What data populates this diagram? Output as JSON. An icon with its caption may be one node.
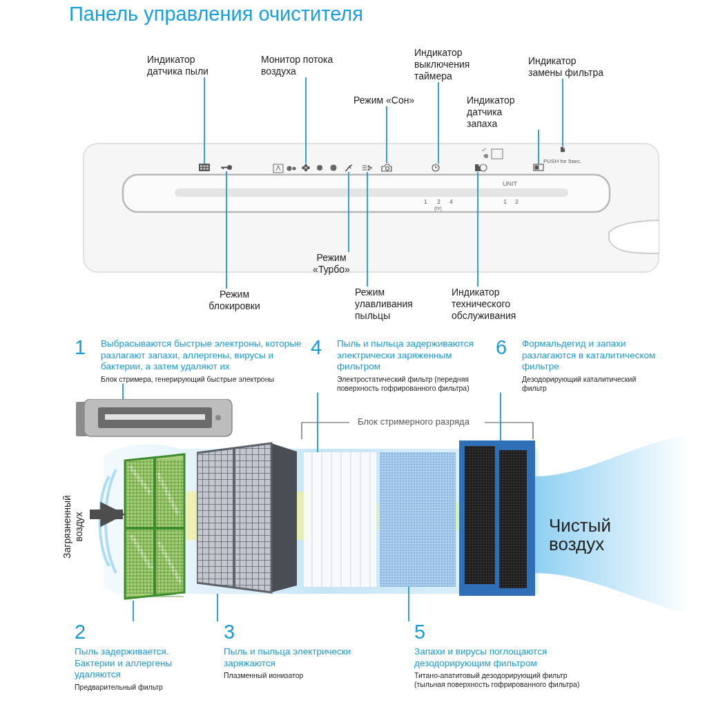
{
  "diagram": {
    "title": "Панель управления очистителя",
    "nodes": [
      {
        "text": [
          "Индикатор датчика пыли"
        ]
      },
      {
        "text": [
          "Монитор потока воздуха"
        ]
      },
      {
        "text": [
          "Индикатор выключения таймера"
        ]
      },
      {
        "text": [
          "Индикатор замены фильтра"
        ]
      },
      {
        "text": [
          "Режим «Сон»"
        ]
      },
      {
        "text": [
          "Индикатор датчика запаха"
        ]
      },
      {
        "text": [],
        "shape": "picture"
      },
      {
        "text": [],
        "shape": "picture",
        "in": 6
      },
      {
        "text": [],
        "shape": "picture",
        "in": 6
      },
      {
        "text": [],
        "shape": "picture",
        "in": 6
      },
      {
        "text": [],
        "shape": "picture",
        "in": 6
      },
      {
        "text": [],
        "shape": "picture",
        "in": 6
      },
      {
        "text": [],
        "shape": "picture",
        "in": 6
      },
      {
        "text": [],
        "shape": "picture",
        "in": 6
      },
      {
        "text": [],
        "shape": "picture",
        "in": 6
      },
      {
        "text": [],
        "shape": "picture",
        "in": 6
      },
      {
        "text": [],
        "shape": "picture",
        "in": 6
      },
      {
        "text": [
          "Режим блокировки"
        ]
      },
      {
        "text": [
          "Режим «Турбо»"
        ]
      },
      {
        "text": [
          "Режим улавливания пыльцы"
        ]
      },
      {
        "text": [
          "Индикатор технического обслуживания"
        ]
      },
      {
        "text": [
          "1",
          "Выбрасываются быстрые электроны, которые разлагают запахи, аллергены, вирусы и бактерии, а затем удаляют их",
          "Блок стримера, генерирующий быстрые электроны"
        ]
      },
      {
        "text": [
          "4",
          "Пыль и пыльца задерживаются электрически заряженным фильтром",
          "Электростатический фильтр (передняя поверхность гофрированного фильтра)"
        ]
      },
      {
        "text": [
          "6",
          "Формальдегид и запахи разлагаются в каталитическом фильтре",
          "Дезодорирующий каталитический фильтр"
        ]
      },
      {
        "text": [],
        "shape": "picture"
      },
      {
        "text": [],
        "shape": "picture"
      },
      {
        "text": [],
        "shape": "picture"
      },
      {
        "text": [],
        "shape": "picture"
      },
      {
        "text": [],
        "shape": "picture"
      },
      {
        "text": [],
        "shape": "picture"
      },
      {
        "text": [
          "2",
          "Пыль задерживается. Бактерии и аллергены удаляются",
          "Предварительный фильтр"
        ]
      },
      {
        "text": [
          "3",
          "Пыль и пыльца электрически заряжаются",
          "Плазменный ионизатор"
        ]
      },
      {
        "text": [
          "5",
          "Запахи и вирусы поглощаются дезодорирующим фильтром",
          "Титано-апатитовый дезодорирующий фильтр (тыльная поверхность гофрированного фильтра)"
        ]
      },
      {
        "text": [
          "Загрязненный воздух"
        ]
      }
    ],
    "edges": [
      {
        "from": 0,
        "to": 7,
        "arrow": "none"
      },
      {
        "from": 1,
        "to": 8,
        "arrow": "none"
      },
      {
        "from": 2,
        "to": 10,
        "arrow": "none"
      },
      {
        "from": 3,
        "to": 12,
        "arrow": "none"
      },
      {
        "from": 4,
        "to": 9,
        "arrow": "none"
      },
      {
        "from": 5,
        "to": 11,
        "arrow": "none"
      },
      {
        "from": 17,
        "to": 13,
        "arrow": "none"
      },
      {
        "from": 18,
        "to": 14,
        "arrow": "none"
      },
      {
        "from": 19,
        "to": 15,
        "arrow": "none"
      },
      {
        "from": 20,
        "to": 16,
        "arrow": "none"
      },
      {
        "from": 21,
        "to": 24,
        "arrow": "none"
      },
      {
        "from": 22,
        "to": 27,
        "arrow": "none"
      },
      {
        "from": 23,
        "to": 29,
        "arrow": "none"
      },
      {
        "from": 30,
        "to": 25,
        "arrow": "none"
      },
      {
        "from": 31,
        "to": 26,
        "arrow": "none"
      },
      {
        "from": 32,
        "to": 28,
        "arrow": "none"
      },
      {
        "from": 33,
        "to": 25,
        "arrow": "to",
        "style": "thick",
        "color": "#4d4d4d"
      }
    ],
    "labels": [
      "PUSH for 5sec.",
      "UNIT",
      "1",
      "2",
      "4",
      "1",
      "2",
      "(hr)",
      "Блок стримерного разряда",
      "Чистый воздух"
    ]
  }
}
